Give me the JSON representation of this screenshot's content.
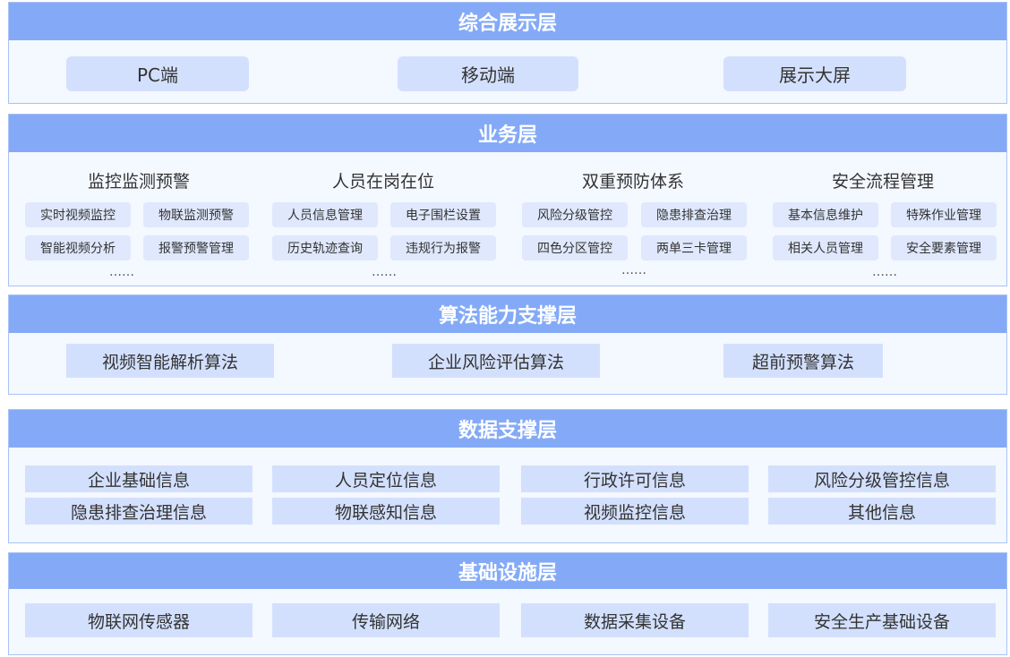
{
  "presentation": {
    "title": "综合展示层",
    "items": [
      "PC端",
      "移动端",
      "展示大屏"
    ]
  },
  "business": {
    "title": "业务层",
    "groups": [
      {
        "title": "监控监测预警",
        "items": [
          "实时视频监控",
          "物联监测预警",
          "智能视频分析",
          "报警预警管理"
        ],
        "more": "……"
      },
      {
        "title": "人员在岗在位",
        "items": [
          "人员信息管理",
          "电子围栏设置",
          "历史轨迹查询",
          "违规行为报警"
        ],
        "more": "……"
      },
      {
        "title": "双重预防体系",
        "items": [
          "风险分级管控",
          "隐患排查治理",
          "四色分区管控",
          "两单三卡管理"
        ],
        "more": "……"
      },
      {
        "title": "安全流程管理",
        "items": [
          "基本信息维护",
          "特殊作业管理",
          "相关人员管理",
          "安全要素管理"
        ],
        "more": "……"
      }
    ]
  },
  "algorithm": {
    "title": "算法能力支撑层",
    "items": [
      "视频智能解析算法",
      "企业风险评估算法",
      "超前预警算法"
    ]
  },
  "data": {
    "title": "数据支撑层",
    "items": [
      "企业基础信息",
      "人员定位信息",
      "行政许可信息",
      "风险分级管控信息",
      "隐患排查治理信息",
      "物联感知信息",
      "视频监控信息",
      "其他信息"
    ]
  },
  "infrastructure": {
    "title": "基础设施层",
    "items": [
      "物联网传感器",
      "传输网络",
      "数据采集设备",
      "安全生产基础设备"
    ]
  }
}
